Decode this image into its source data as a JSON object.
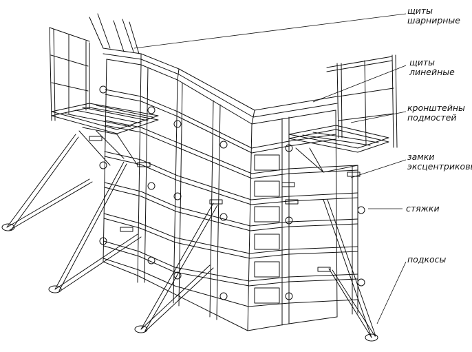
{
  "labels": {
    "hinged": [
      "щиты",
      "шарнирные"
    ],
    "linear": [
      "щиты",
      "линейные"
    ],
    "brackets": [
      "кронштейны",
      "подмостей"
    ],
    "locks": [
      "замки",
      "эксцентриковые"
    ],
    "ties": "стяжки",
    "props": "подкосы"
  },
  "colors": {
    "ink": "#111111",
    "paper": "#ffffff"
  }
}
